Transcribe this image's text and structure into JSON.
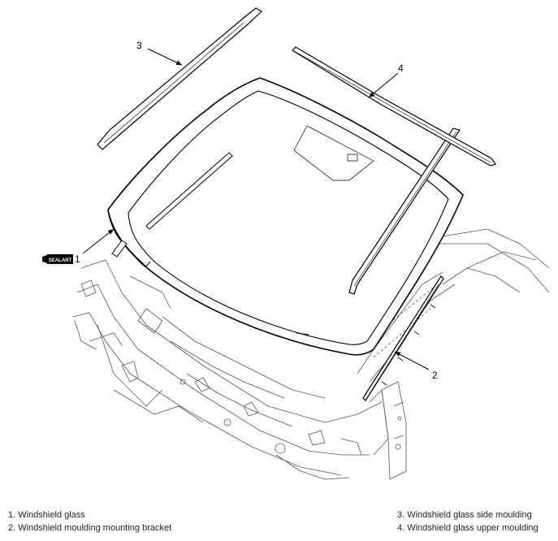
{
  "callouts": {
    "c1": "1",
    "c2": "2",
    "c3": "3",
    "c4": "4"
  },
  "sealant_label": "SEALANT",
  "legend": [
    "1. Windshield glass",
    "2. Windshield moulding mounting bracket",
    "3. Windshield glass side moulding",
    "4. Windshield glass upper moulding"
  ],
  "colors": {
    "line": "#000000",
    "frame": "#555555"
  }
}
